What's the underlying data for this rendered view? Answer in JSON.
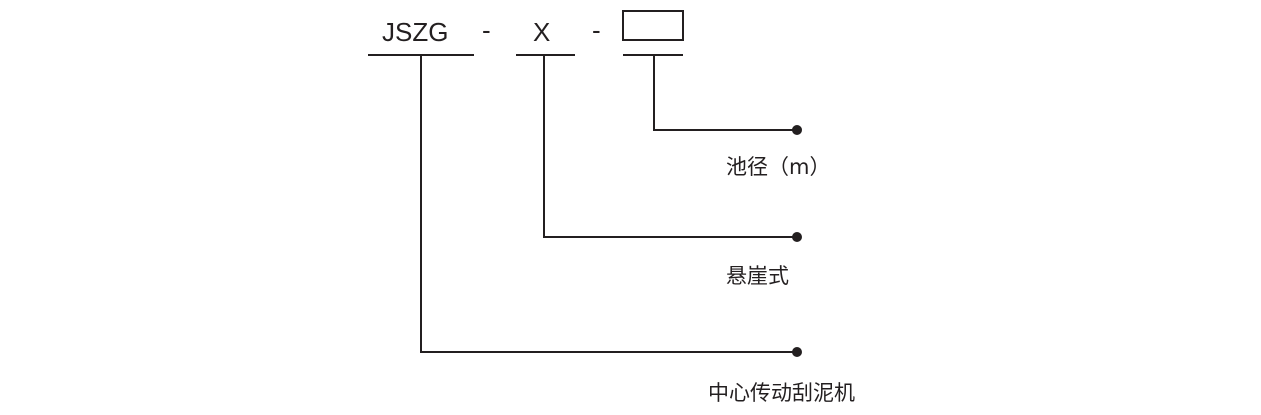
{
  "code": {
    "prefix": "JSZG",
    "sep1": "-",
    "type": "X",
    "sep2": "-"
  },
  "labels": {
    "diameter": "池径（m）",
    "type": "悬崖式",
    "prefix": "中心传动刮泥机"
  }
}
